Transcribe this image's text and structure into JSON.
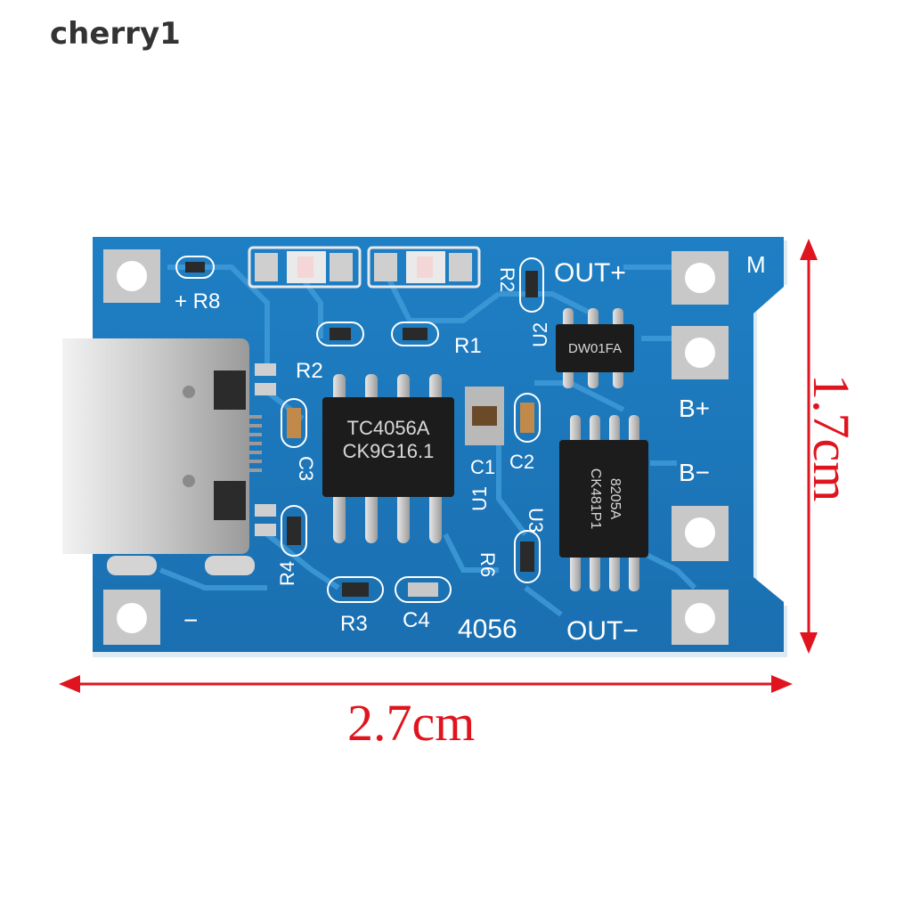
{
  "watermark": "cherry1",
  "board": {
    "ic_main": [
      "TC4056A",
      "CK9G16.1"
    ],
    "ic_protect": "DW01FA",
    "ic_mosfet": [
      "8205A",
      "CK481P1"
    ],
    "labels": {
      "r8": "+ R8",
      "r2_top": "R2",
      "r2_left": "R2",
      "r1": "R1",
      "out_plus": "OUT+",
      "u2": "U2",
      "m": "M",
      "b_plus": "B+",
      "b_minus": "B−",
      "c3": "C3",
      "c1": "C1",
      "c2": "C2",
      "u1": "U1",
      "u3": "U3",
      "r6": "R6",
      "r4": "R4",
      "r3": "R3",
      "c4": "C4",
      "model": "4056",
      "out_minus": "OUT−",
      "minus": "−"
    }
  },
  "dimensions": {
    "width": "2.7cm",
    "height": "1.7cm",
    "color": "#e0141e"
  }
}
